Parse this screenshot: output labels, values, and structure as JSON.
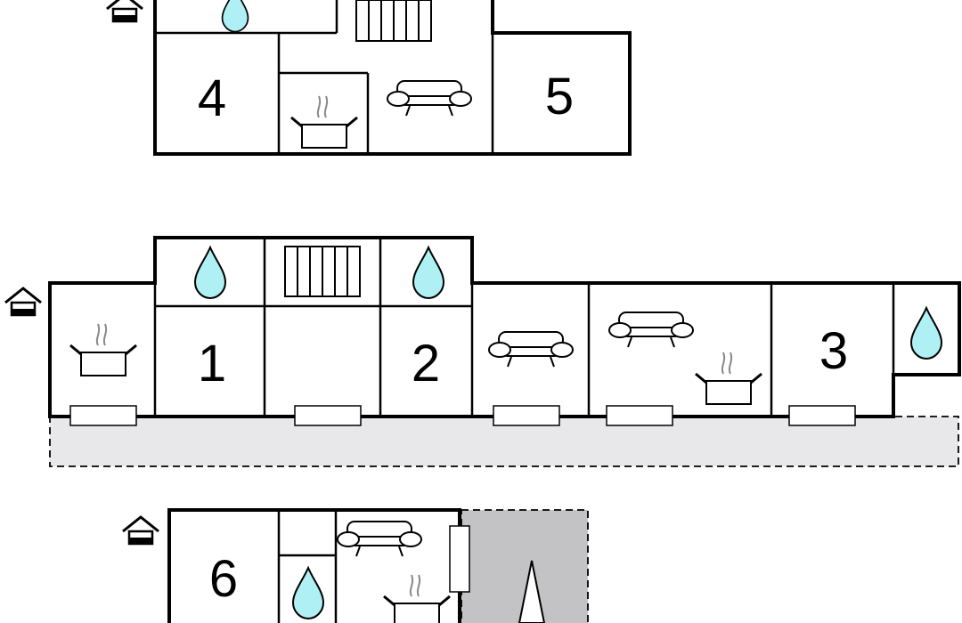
{
  "floor_plans": [
    {
      "id": "upper-floor",
      "room_labels": [
        "4",
        "5"
      ]
    },
    {
      "id": "main-floor",
      "room_labels": [
        "1",
        "2",
        "3"
      ]
    },
    {
      "id": "annex",
      "room_labels": [
        "6"
      ]
    }
  ],
  "colors": {
    "water_drop": "#aef0f4",
    "terrace": "#e8e8ea",
    "terrace_dark": "#c3c3c5",
    "wall": "#000000"
  },
  "icons": [
    "entrance-house-icon",
    "bathroom-drop-icon",
    "sauna-grid-icon",
    "sofa-icon",
    "kitchen-pot-icon",
    "fireplace-icon",
    "radiator-window"
  ]
}
